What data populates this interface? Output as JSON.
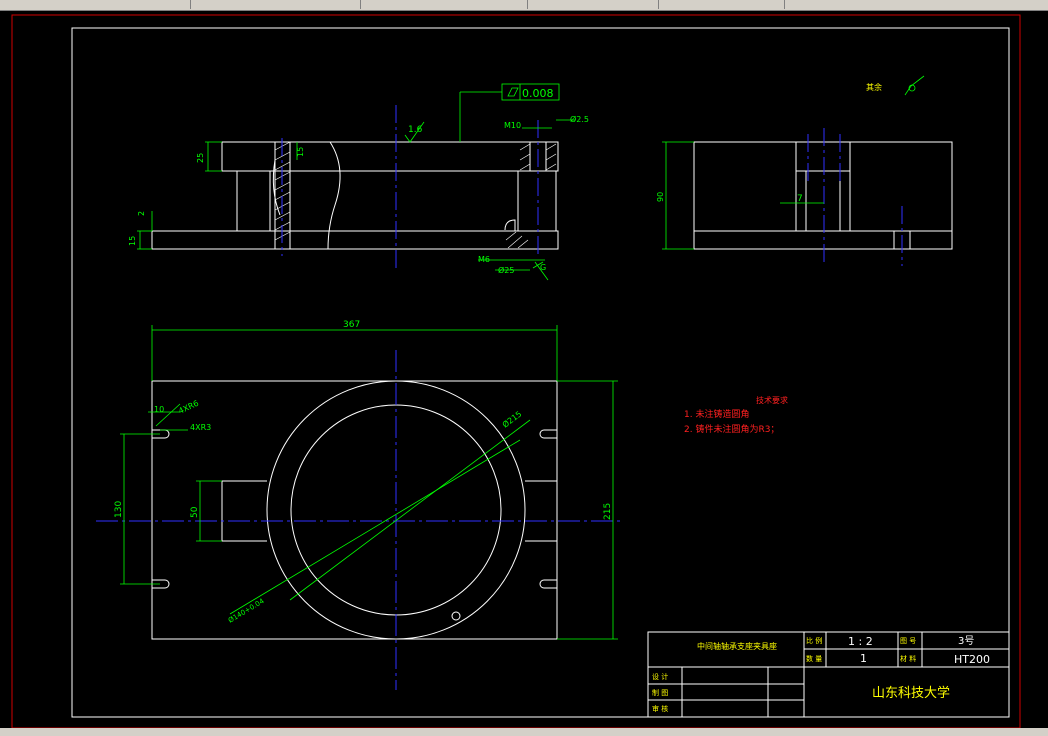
{
  "window": {
    "title_strip": "",
    "status_text": ""
  },
  "colors": {
    "background": "#000000",
    "geometry": "#ffffff",
    "dimension": "#00ff00",
    "centerline": "#3030ff",
    "frame": "#d00000",
    "notes": "#ff2020",
    "title": "#ffff00"
  },
  "drawing": {
    "roughness_symbol_label": "其余",
    "flatness_value": "0.008",
    "roughness_value": "1.6",
    "dims": {
      "thread_m10": "M10",
      "dia_2_5": "Ø2.5",
      "h25": "25",
      "h15a": "15",
      "h2": "2",
      "h15b": "15",
      "m6": "M6",
      "dia25": "Ø25",
      "g": "G",
      "h90": "90",
      "w7": "7",
      "w367": "367",
      "h10": "10",
      "slot1": "4XR6",
      "slot2": "4XR3",
      "h130": "130",
      "h50": "50",
      "h215": "215",
      "dia215": "Ø215",
      "dia140": "Ø140+0.04"
    },
    "tech_requirements": {
      "heading": "技术要求",
      "items": [
        "1. 未注铸造圆角",
        "2. 铸件未注圆角为R3；"
      ]
    },
    "title_block": {
      "part_name": "中间轴轴承支座夹具座",
      "ratio_label": "比 例",
      "ratio_value": "1 : 2",
      "qty_label": "数 量",
      "qty_value": "1",
      "sheet_label": "图 号",
      "sheet_value": "3号",
      "material_label": "材 料",
      "material_value": "HT200",
      "designer_label": "设 计",
      "drafter_label": "制 图",
      "reviewer_label": "审 核",
      "school": "山东科技大学"
    }
  }
}
